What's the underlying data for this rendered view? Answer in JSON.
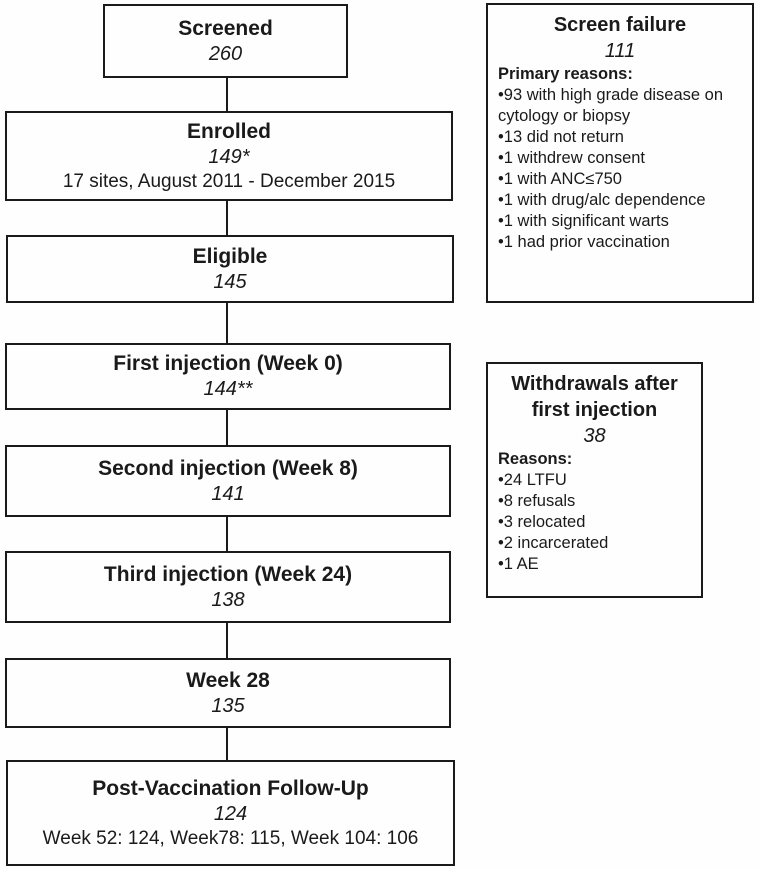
{
  "flow": {
    "boxes": [
      {
        "title": "Screened",
        "count": "260"
      },
      {
        "title": "Enrolled",
        "count": "149*",
        "subtitle": "17 sites, August 2011 - December 2015"
      },
      {
        "title": "Eligible",
        "count": "145"
      },
      {
        "title": "First injection (Week 0)",
        "count": "144**"
      },
      {
        "title": "Second injection (Week 8)",
        "count": "141"
      },
      {
        "title": "Third injection (Week 24)",
        "count": "138"
      },
      {
        "title": "Week 28",
        "count": "135"
      },
      {
        "title": "Post-Vaccination Follow-Up",
        "count": "124",
        "subtitle": "Week 52: 124, Week78: 115, Week 104: 106"
      }
    ]
  },
  "side_boxes": [
    {
      "title": "Screen failure",
      "count": "111",
      "reasons_label": "Primary reasons:",
      "reasons": [
        "•93 with high grade disease on cytology or biopsy",
        "•13 did not return",
        "•1 withdrew consent",
        "•1 with ANC≤750",
        "•1 with drug/alc dependence",
        "•1 with significant warts",
        "•1 had prior vaccination"
      ]
    },
    {
      "title": "Withdrawals after first injection",
      "count": "38",
      "reasons_label": "Reasons:",
      "reasons": [
        "•24 LTFU",
        "•8 refusals",
        "•3 relocated",
        "•2 incarcerated",
        "•1 AE"
      ]
    }
  ],
  "colors": {
    "line": "#1a1a1a",
    "background": "#fefefe"
  }
}
